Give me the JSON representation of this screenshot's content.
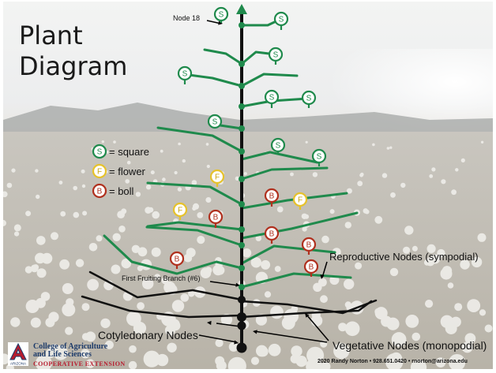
{
  "title": {
    "line1": "Plant",
    "line2": "Diagram"
  },
  "markers": {
    "square": "S",
    "flower": "F",
    "boll": "B"
  },
  "legend": [
    {
      "type": "square",
      "text": "= square"
    },
    {
      "type": "flower",
      "text": "= flower"
    },
    {
      "type": "boll",
      "text": "= boll"
    }
  ],
  "labels": {
    "node18": "Node 18",
    "first_fruiting_branch": "First Fruiting Branch (#6)",
    "reproductive_nodes": "Reproductive Nodes (sympodial)",
    "cotyledonary_nodes": "Cotyledonary Nodes",
    "vegetative_nodes": "Vegetative Nodes (monopodial)"
  },
  "footer": {
    "logo_letter": "A",
    "logo_text": "ARIZONA",
    "college_line1": "College of Agriculture",
    "college_line2": "and Life Sciences",
    "extension": "COOPERATIVE EXTENSION",
    "credit": "2020 Randy Norton • 928.651.0420 • rnorton@arizona.edu"
  },
  "colors": {
    "branch": "#1f8a4c",
    "square": "#1f8a4c",
    "flower": "#e6c22b",
    "boll": "#b0301e",
    "stem": "#111111",
    "vegetative": "#111111"
  }
}
